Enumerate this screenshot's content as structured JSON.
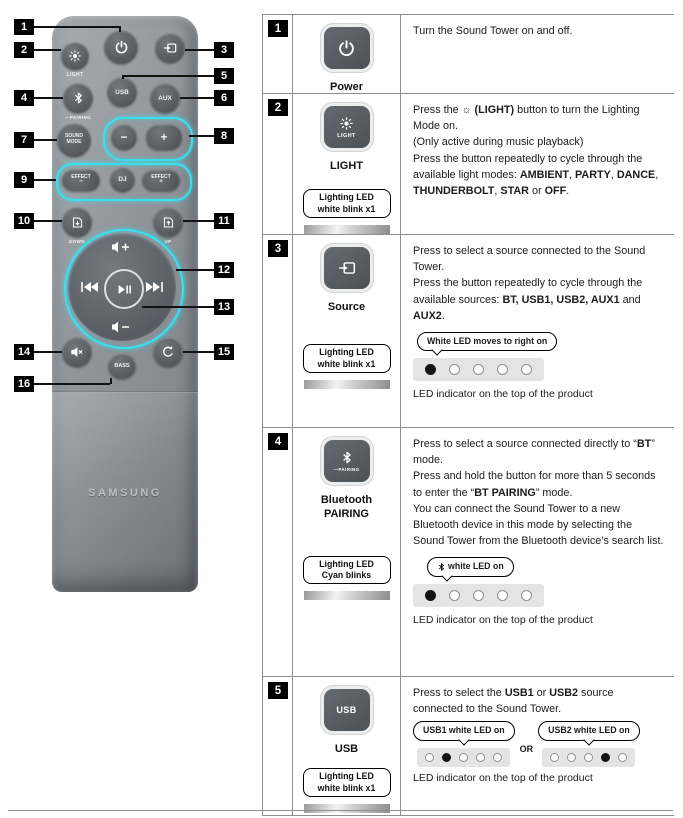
{
  "remote": {
    "brand": "SAMSUNG",
    "callouts": [
      "1",
      "2",
      "3",
      "4",
      "5",
      "6",
      "7",
      "8",
      "9",
      "10",
      "11",
      "12",
      "13",
      "14",
      "15",
      "16"
    ],
    "labels": {
      "light": "LIGHT",
      "pairing": "—PAIRING",
      "sound1": "SOUND",
      "sound2": "MODE",
      "usb": "USB",
      "aux": "AUX",
      "down": "DOWN",
      "up": "UP",
      "bass": "BASS",
      "dj": "DJ",
      "effect": "EFFECT",
      "minus": "−",
      "plus": "+"
    }
  },
  "table": {
    "led_caption": "LED indicator on the top of the product",
    "or_label": "OR",
    "rows": [
      {
        "num": "1",
        "label": "Power",
        "desc": [
          [
            {
              "t": "Turn the Sound Tower on and off."
            }
          ]
        ]
      },
      {
        "num": "2",
        "label": "LIGHT",
        "badge1": "Lighting LED",
        "badge2": "white blink x1",
        "desc": [
          [
            {
              "t": "Press the "
            },
            {
              "t": "☼ (LIGHT)",
              "b": true
            },
            {
              "t": " button to turn the Lighting Mode on."
            }
          ],
          [
            {
              "t": "(Only active during music playback)"
            }
          ],
          [
            {
              "t": "Press the button repeatedly to cycle through the available light modes: "
            },
            {
              "t": "AMBIENT",
              "b": true
            },
            {
              "t": ", "
            },
            {
              "t": "PARTY",
              "b": true
            },
            {
              "t": ", "
            },
            {
              "t": "DANCE",
              "b": true
            },
            {
              "t": ", "
            },
            {
              "t": "THUNDERBOLT",
              "b": true
            },
            {
              "t": ", "
            },
            {
              "t": "STAR",
              "b": true
            },
            {
              "t": " or "
            },
            {
              "t": "OFF",
              "b": true
            },
            {
              "t": "."
            }
          ]
        ]
      },
      {
        "num": "3",
        "label": "Source",
        "badge1": "Lighting LED",
        "badge2": "white blink x1",
        "bubble": "White LED moves to right on",
        "leds": [
          1,
          0,
          0,
          0,
          0
        ],
        "desc": [
          [
            {
              "t": "Press to select a source connected to the Sound Tower."
            }
          ],
          [
            {
              "t": "Press the button repeatedly to cycle through the available sources: "
            },
            {
              "t": "BT, USB1, USB2, AUX1",
              "b": true
            },
            {
              "t": " and "
            },
            {
              "t": "AUX2",
              "b": true
            },
            {
              "t": "."
            }
          ]
        ]
      },
      {
        "num": "4",
        "label": "Bluetooth",
        "label2": "PAIRING",
        "badge1": "Lighting LED",
        "badge2": "Cyan blinks",
        "bubble": "white LED on",
        "leds": [
          1,
          0,
          0,
          0,
          0
        ],
        "desc": [
          [
            {
              "t": "Press to select a source connected directly to “"
            },
            {
              "t": "BT",
              "b": true
            },
            {
              "t": "” mode."
            }
          ],
          [
            {
              "t": "Press and hold the button for more than 5 seconds to enter the “"
            },
            {
              "t": "BT PAIRING",
              "b": true
            },
            {
              "t": "” mode."
            }
          ],
          [
            {
              "t": "You can connect the Sound Tower to a new Bluetooth device in this mode by selecting the Sound Tower from the Bluetooth device’s search list."
            }
          ]
        ]
      },
      {
        "num": "5",
        "label": "USB",
        "badge1": "Lighting LED",
        "badge2": "white blink x1",
        "bubble1": "USB1 white LED on",
        "bubble2": "USB2 white LED on",
        "leds1": [
          0,
          1,
          0,
          0,
          0
        ],
        "leds2": [
          0,
          0,
          0,
          1,
          0
        ],
        "desc": [
          [
            {
              "t": "Press to select the "
            },
            {
              "t": "USB1",
              "b": true
            },
            {
              "t": " or "
            },
            {
              "t": "USB2",
              "b": true
            },
            {
              "t": " source connected to the Sound Tower."
            }
          ]
        ]
      }
    ]
  }
}
